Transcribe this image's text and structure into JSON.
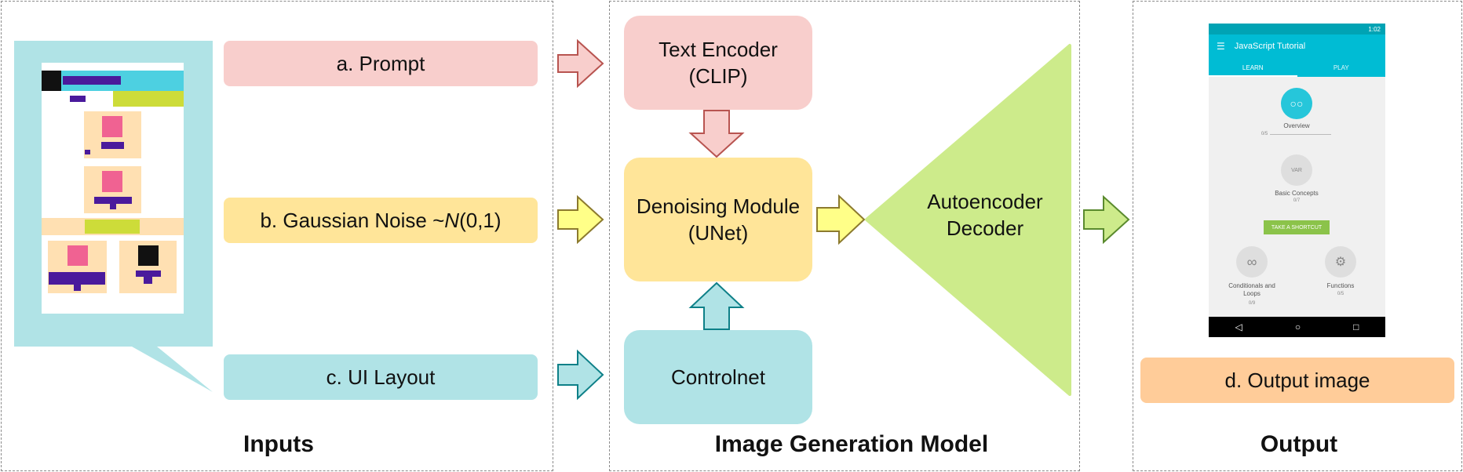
{
  "sections": {
    "inputs": "Inputs",
    "model": "Image Generation Model",
    "output": "Output"
  },
  "inputs": {
    "prompt": "a. Prompt",
    "noise_prefix": "b. Gaussian Noise ~",
    "noise_symbol": "N",
    "noise_suffix": "(0,1)",
    "layout": "c. UI Layout"
  },
  "model": {
    "text_encoder": "Text Encoder\n(CLIP)",
    "denoising": "Denoising Module\n(UNet)",
    "controlnet": "Controlnet",
    "decoder": "Autoencoder\nDecoder"
  },
  "output": {
    "label": "d. Output image"
  },
  "phone": {
    "app_title": "JavaScript Tutorial",
    "tab_learn": "LEARN",
    "tab_play": "PLAY",
    "time": "1:02",
    "overview": "Overview",
    "overview_progress": "0/5",
    "basic_concepts": "Basic Concepts",
    "basic_concepts_progress": "0/7",
    "var_badge": "VAR",
    "shortcut_button": "TAKE A SHORTCUT",
    "conditionals": "Conditionals and\nLoops",
    "conditionals_progress": "0/9",
    "functions": "Functions",
    "functions_progress": "0/5",
    "nav_back": "◁",
    "nav_home": "○",
    "nav_recent": "□"
  },
  "colors": {
    "pink": "#f8cecc",
    "yellow": "#ffe599",
    "cyan": "#b0e3e6",
    "green": "#cdeb8b",
    "orange": "#ffcc99",
    "teal_app": "#00bcd4"
  }
}
